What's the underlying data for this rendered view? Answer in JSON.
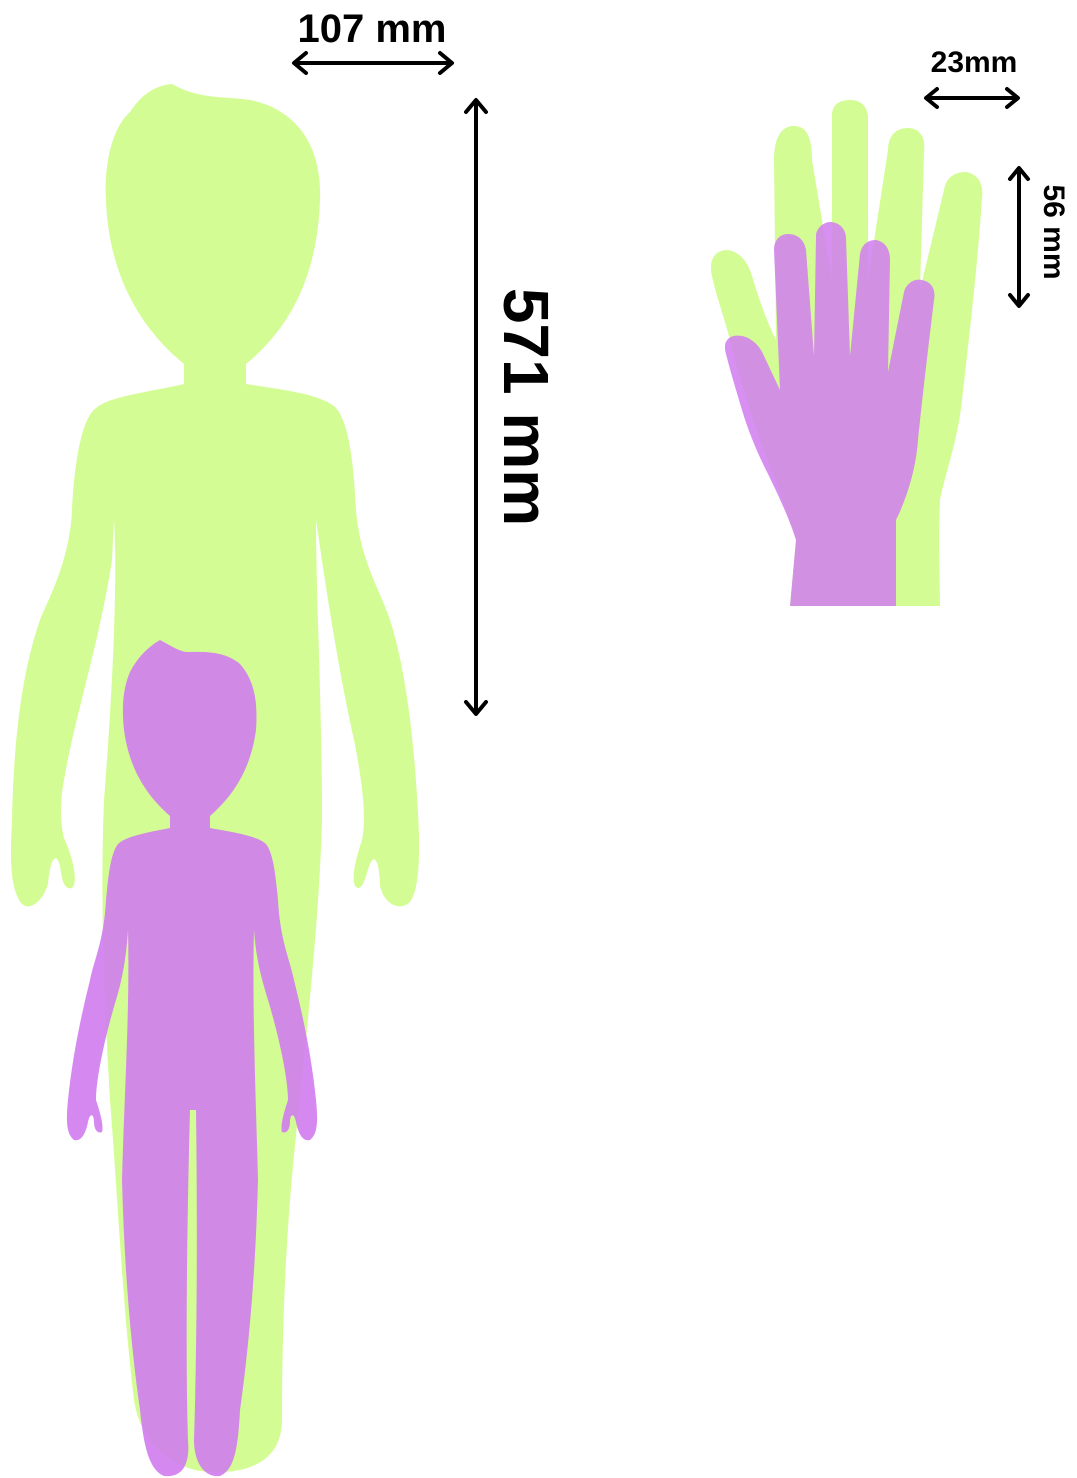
{
  "colors": {
    "adult": "#d4fc94",
    "child": "#d07cee",
    "overlap": "#c98ad6",
    "arrow": "#000000",
    "background": "#ffffff"
  },
  "labels": {
    "head_width": "107 mm",
    "body_height": "571 mm",
    "finger_width": "23mm",
    "finger_length": "56 mm"
  }
}
